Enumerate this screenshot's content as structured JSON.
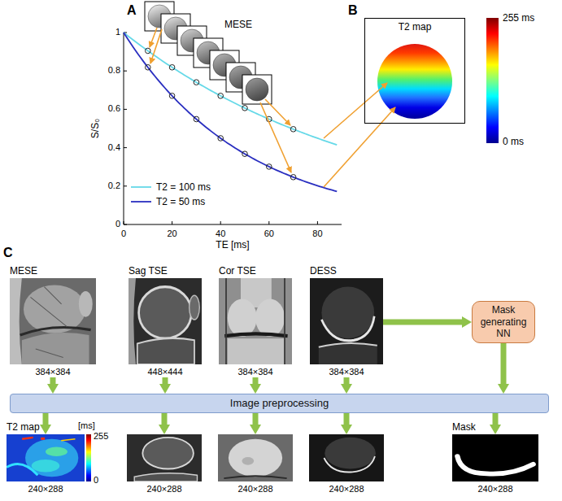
{
  "diagram": {
    "nodes": [
      {
        "text": [
          "T2 map"
        ]
      },
      {
        "text": [
          "MESE",
          "384×384"
        ]
      },
      {
        "text": [
          "Sag TSE",
          "448×444"
        ]
      },
      {
        "text": [
          "Cor TSE",
          "384×384"
        ]
      },
      {
        "text": [
          "DESS",
          "384×384"
        ]
      },
      {
        "text": [
          "Mask generating NN"
        ]
      },
      {
        "text": [
          "Image preprocessing"
        ]
      },
      {
        "text": [
          "T2 map",
          "240×288"
        ]
      },
      {
        "text": [
          "240×288"
        ]
      },
      {
        "text": [
          "240×288"
        ]
      },
      {
        "text": [
          "240×288"
        ]
      },
      {
        "text": [
          "Mask",
          "240×288"
        ]
      }
    ],
    "edges": [
      {
        "from": 1,
        "to": 6,
        "arrow": "to"
      },
      {
        "from": 2,
        "to": 6,
        "arrow": "to"
      },
      {
        "from": 3,
        "to": 6,
        "arrow": "to"
      },
      {
        "from": 4,
        "to": 6,
        "arrow": "to"
      },
      {
        "from": 4,
        "to": 5,
        "arrow": "to"
      },
      {
        "from": 5,
        "to": 6,
        "arrow": "to"
      },
      {
        "from": 6,
        "to": 7,
        "arrow": "to"
      },
      {
        "from": 6,
        "to": 8,
        "arrow": "to"
      },
      {
        "from": 6,
        "to": 9,
        "arrow": "to"
      },
      {
        "from": 6,
        "to": 10,
        "arrow": "to"
      },
      {
        "from": 6,
        "to": 11,
        "arrow": "to"
      }
    ],
    "labels": [
      "A",
      "MESE",
      "1",
      "0.8",
      "0.6",
      "0.4",
      "0.2",
      "0",
      "0",
      "20",
      "40",
      "60",
      "80",
      "TE [ms]",
      "S/S₀",
      "B",
      "255 ms",
      "0 ms",
      "C",
      "[ms]",
      "255",
      "0"
    ],
    "legend": [
      {
        "text": "T2 = 100 ms"
      },
      {
        "text": "T2 = 50 ms"
      }
    ]
  }
}
